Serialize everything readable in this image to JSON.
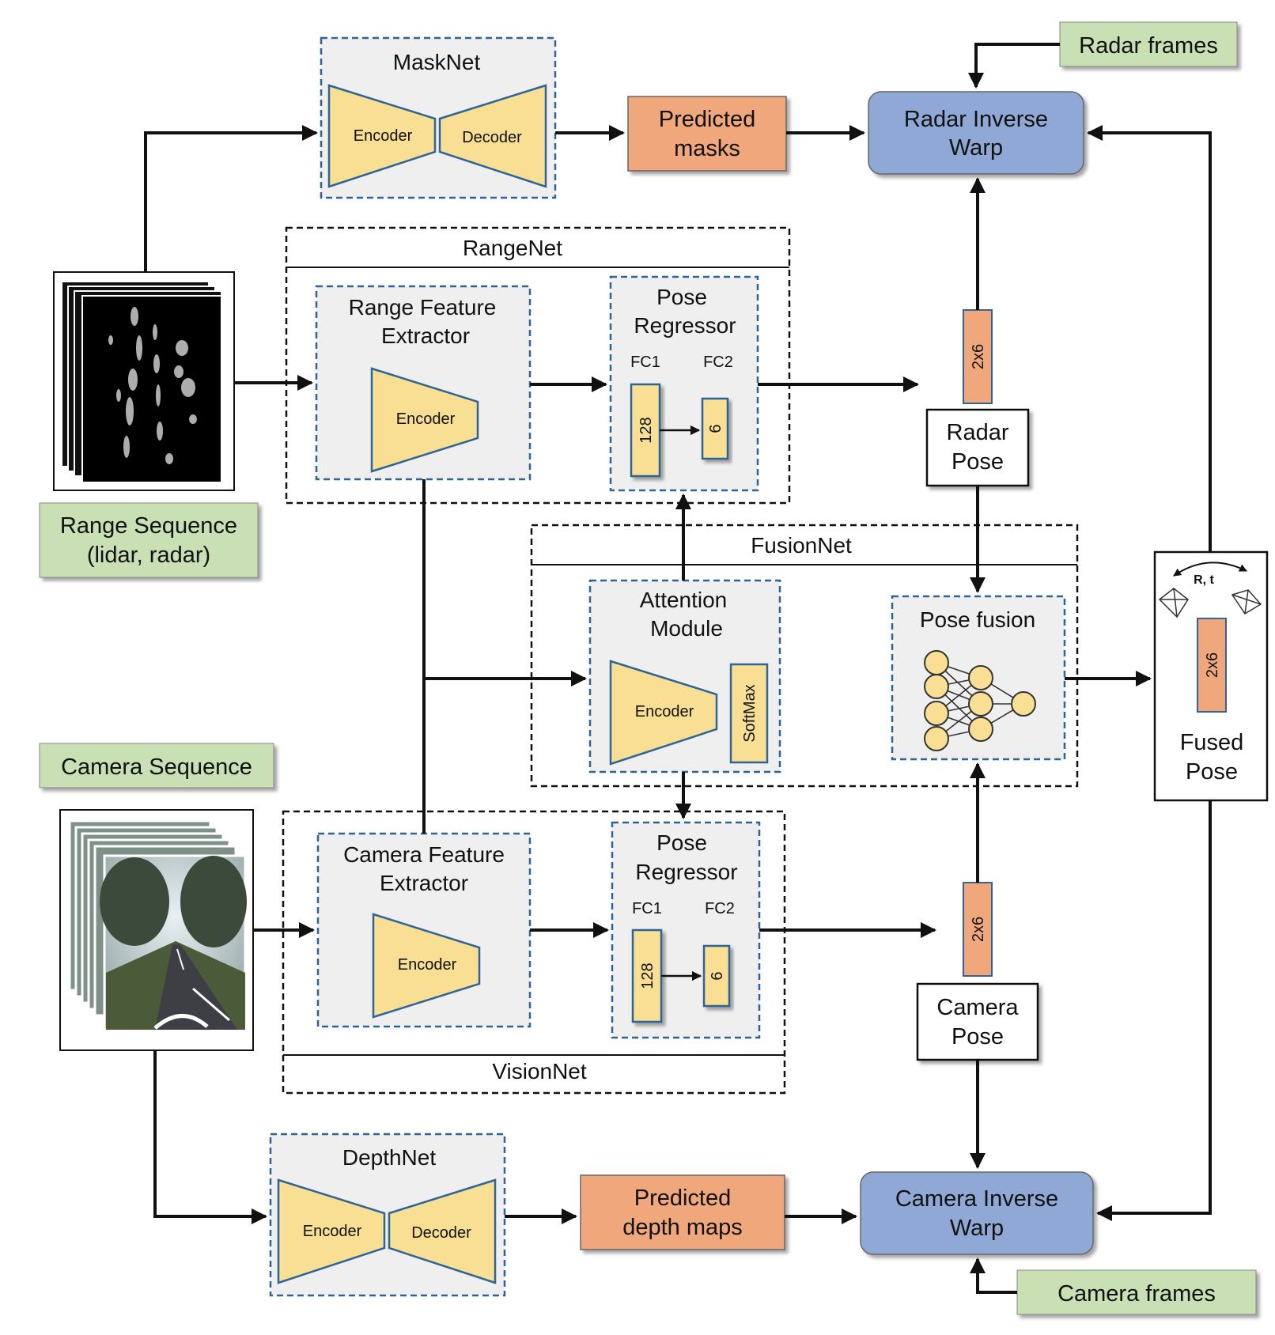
{
  "maskNet": {
    "title": "MaskNet",
    "encoder": "Encoder",
    "decoder": "Decoder"
  },
  "depthNet": {
    "title": "DepthNet",
    "encoder": "Encoder",
    "decoder": "Decoder"
  },
  "predictedMasks": {
    "line1": "Predicted",
    "line2": "masks"
  },
  "predictedDepth": {
    "line1": "Predicted",
    "line2": "depth maps"
  },
  "radarFrames": "Radar frames",
  "cameraFrames": "Camera frames",
  "radarWarp": {
    "line1": "Radar Inverse",
    "line2": "Warp"
  },
  "cameraWarp": {
    "line1": "Camera Inverse",
    "line2": "Warp"
  },
  "rangeNet": {
    "title": "RangeNet",
    "extractor": {
      "line1": "Range Feature",
      "line2": "Extractor",
      "encoder": "Encoder"
    },
    "regressor": {
      "line1": "Pose",
      "line2": "Regressor",
      "fc1": "FC1",
      "fc2": "FC2",
      "fc1Units": "128",
      "fc2Units": "6"
    }
  },
  "visionNet": {
    "title": "VisionNet",
    "extractor": {
      "line1": "Camera Feature",
      "line2": "Extractor",
      "encoder": "Encoder"
    },
    "regressor": {
      "line1": "Pose",
      "line2": "Regressor",
      "fc1": "FC1",
      "fc2": "FC2",
      "fc1Units": "128",
      "fc2Units": "6"
    }
  },
  "fusionNet": {
    "title": "FusionNet",
    "attention": {
      "line1": "Attention",
      "line2": "Module",
      "encoder": "Encoder",
      "softmax": "SoftMax"
    },
    "poseFusion": "Pose fusion"
  },
  "rangeSequence": {
    "line1": "Range Sequence",
    "line2": "(lidar, radar)"
  },
  "cameraSequence": "Camera Sequence",
  "radarPose": {
    "line1": "Radar",
    "line2": "Pose",
    "vector": "2x6"
  },
  "cameraPose": {
    "line1": "Camera",
    "line2": "Pose",
    "vector": "2x6"
  },
  "fusedPose": {
    "line1": "Fused",
    "line2": "Pose",
    "vector": "2x6",
    "transform": "R, t"
  },
  "colors": {
    "green": "#c8e0b4",
    "orange": "#f0a77c",
    "blue": "#8fa8d6",
    "yellow": "#f8df93",
    "panelGrey": "#efefef",
    "dashBlue": "#2f6496"
  }
}
